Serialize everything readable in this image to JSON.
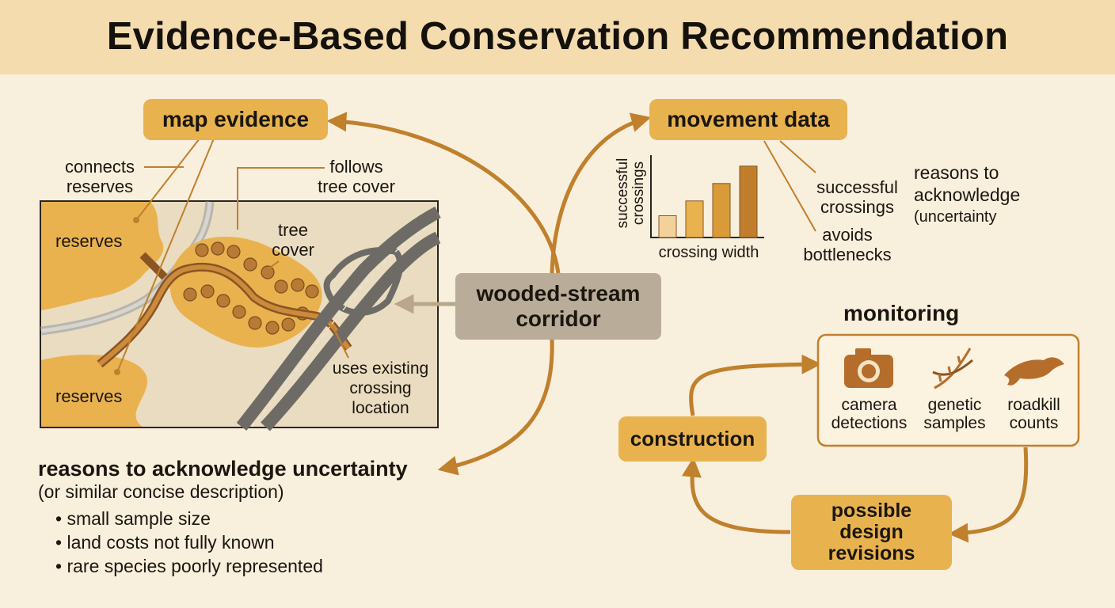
{
  "title": "Evidence-Based Conservation Recommendation",
  "map_evidence": {
    "label": "map evidence",
    "connects_reserves": "connects\nreserves",
    "follows_tree_cover": "follows\ntree cover",
    "tree_cover": "tree\ncover",
    "reserves_top": "reserves",
    "reserves_bottom": "reserves",
    "uses_existing": "uses existing\ncrossing\nlocation"
  },
  "center": {
    "label": "wooded-stream\ncorridor"
  },
  "movement": {
    "label": "movement data",
    "chart": {
      "ylabel": "successful\ncrossings",
      "xlabel": "crossing width"
    },
    "successful_crossings": "successful\ncrossings",
    "avoids_bottlenecks": "avoids\nbottlenecks",
    "reasons_header": "reasons to\nacknowledge",
    "reasons_sub": "(uncertainty"
  },
  "chart_data": {
    "type": "bar",
    "ylabel": "successful\ncrossings",
    "xlabel": "crossing width",
    "values": [
      0.25,
      0.42,
      0.62,
      0.82
    ],
    "colors": [
      "#f2d29a",
      "#e8b34f",
      "#d99a38",
      "#c07e2c"
    ]
  },
  "uncertainty": {
    "title": "reasons to acknowledge uncertainty",
    "subtitle": "(or similar concise description)",
    "items": [
      "small sample size",
      "land costs not fully known",
      "rare species poorly represented"
    ]
  },
  "monitoring": {
    "title": "monitoring",
    "camera": "camera\ndetections",
    "genetic": "genetic\nsamples",
    "roadkill": "roadkill\ncounts"
  },
  "construction": {
    "label": "construction"
  },
  "revisions": {
    "label": "possible\ndesign\nrevisions"
  },
  "colors": {
    "banner": "#f4dcae",
    "background": "#f8efdd",
    "accent": "#e8b34f",
    "arrow": "#c0802c",
    "center": "#b9ac98"
  }
}
